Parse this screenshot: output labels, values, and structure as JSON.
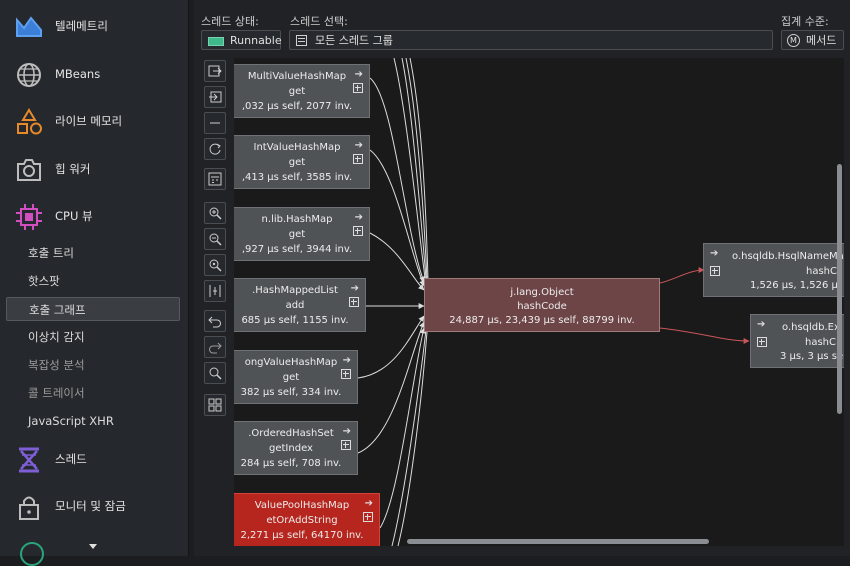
{
  "sidebar": {
    "sections": [
      {
        "label": "텔레메트리",
        "icon": "telemetry-icon"
      },
      {
        "label": "MBeans",
        "icon": "globe-icon"
      },
      {
        "label": "라이브 메모리",
        "icon": "shapes-icon"
      },
      {
        "label": "힙 워커",
        "icon": "camera-icon"
      },
      {
        "label": "CPU 뷰",
        "icon": "cpu-icon"
      },
      {
        "label": "스레드",
        "icon": "threads-icon"
      },
      {
        "label": "모니터 및 잠금",
        "icon": "lock-icon"
      }
    ],
    "cpu_items": [
      "호출 트리",
      "핫스팟",
      "호출 그래프",
      "이상치 감지",
      "복잡성 분석",
      "콜 트레이서",
      "JavaScript XHR"
    ],
    "selected_item": "호출 그래프"
  },
  "header": {
    "thread_status_label": "스레드 상태:",
    "thread_status_value": "Runnable",
    "thread_select_label": "스레드 선택:",
    "thread_select_value": "모든 스레드 그룹",
    "aggregation_label": "집계 수준:",
    "aggregation_value": "메서드"
  },
  "colors": {
    "runnable": "#3fb98c",
    "red_node": "#b7261e",
    "center_node": "#6e4546",
    "red_arrow": "#c9575a"
  },
  "graph": {
    "left_nodes": [
      {
        "class": "MultiValueHashMap",
        "method": "get",
        "stats": ",032 µs self, 2077 inv."
      },
      {
        "class": "IntValueHashMap",
        "method": "get",
        "stats": ",413 µs self, 3585 inv."
      },
      {
        "class": "n.lib.HashMap",
        "method": "get",
        "stats": ",927 µs self, 3944 inv."
      },
      {
        "class": ".HashMappedList",
        "method": "add",
        "stats": "685 µs self, 1155 inv."
      },
      {
        "class": "ongValueHashMap",
        "method": "get",
        "stats": "382 µs self, 334 inv."
      },
      {
        "class": ".OrderedHashSet",
        "method": "getIndex",
        "stats": "284 µs self, 708 inv."
      },
      {
        "class": "ValuePoolHashMap",
        "method": "etOrAddString",
        "stats": "2,271 µs self, 64170 inv."
      }
    ],
    "center_node": {
      "class": "j.lang.Object",
      "method": "hashCode",
      "stats": "24,887 µs, 23,439 µs self, 88799 inv."
    },
    "right_nodes": [
      {
        "class": "o.hsqldb.HsqlNameMa",
        "method": "hashC",
        "stats": "1,526 µs, 1,526 µ"
      },
      {
        "class": "o.hsqldb.Ex",
        "method": "hashC",
        "stats": "3 µs, 3 µs se"
      }
    ]
  }
}
